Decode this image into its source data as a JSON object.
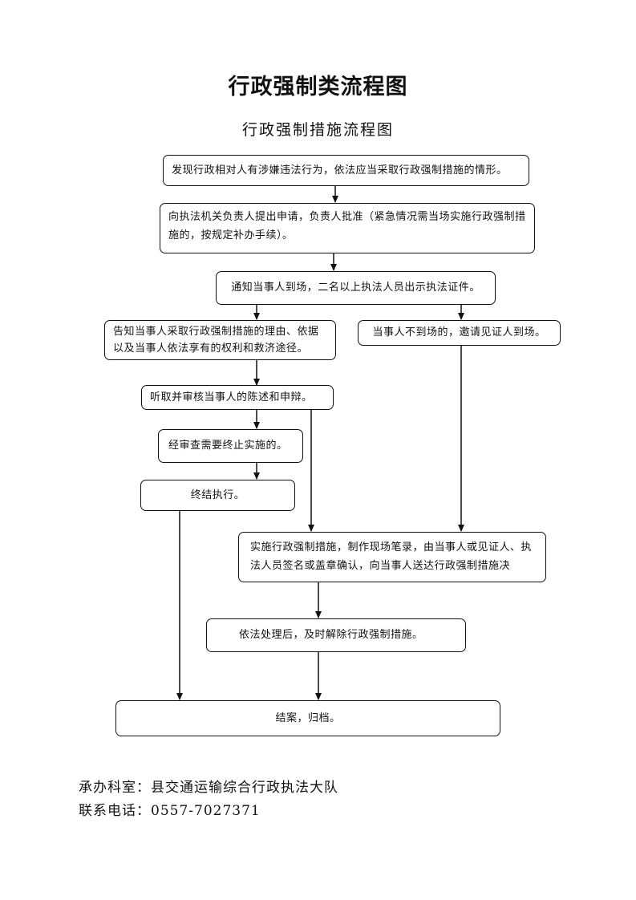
{
  "title": "行政强制类流程图",
  "subtitle": "行政强制措施流程图",
  "steps": {
    "discover": "发现行政相对人有涉嫌违法行为，依法应当采取行政强制措施的情形。",
    "report": "向执法机关负责人提出申请，负责人批准（紧急情况需当场实施行政强制措施的，按规定补办手续）。",
    "notify": "通知当事人到场，二名以上执法人员出示执法证件。",
    "inform": "告知当事人采取行政强制措施的理由、依据以及当事人依法享有的权利和救济途径。",
    "absent": "当事人不到场的，邀请见证人到场。",
    "hear": "听取并审核当事人的陈述和申辩。",
    "review": "经审查需要终止实施的。",
    "terminate": "终结执行。",
    "implement": "实施行政强制措施，制作现场笔录，由当事人或见证人、执法人员签名或盖章确认，向当事人送达行政强制措施决",
    "release": "依法处理后，及时解除行政强制措施。",
    "close": "结案，归档。"
  },
  "footer": {
    "dept": "承办科室：县交通运输综合行政执法大队",
    "phone": "联系电话：0557-7027371"
  }
}
